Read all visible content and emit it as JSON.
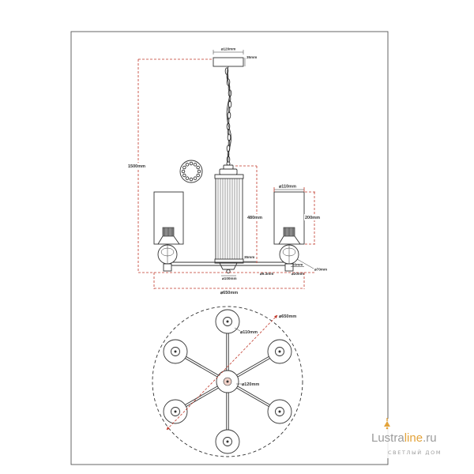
{
  "drawing": {
    "colors": {
      "line": "#333333",
      "dimension": "#c0392b",
      "frame": "#555555",
      "background": "#ffffff"
    },
    "elevation": {
      "canopy_diameter": "⌀120mm",
      "canopy_height": "35mm",
      "total_height": "1500mm",
      "column_height": "480mm",
      "shade_diameter": "⌀110mm",
      "shade_height": "200mm",
      "arm_offset": "35mm",
      "cup_height": "20mm",
      "ball_diameter": "⌀70mm",
      "arm_diameter": "⌀9.3mm",
      "cup_diameter": "⌀20mm",
      "column_diameter": "⌀100mm",
      "span": "⌀650mm"
    },
    "plan": {
      "span": "⌀650mm",
      "shade_diameter": "⌀110mm",
      "center_diameter": "⌀120mm"
    }
  },
  "icons": {
    "crystal_ring": "crystal-ring-icon",
    "logo_mark": "lamp-icon"
  },
  "logo": {
    "part1": "Lustra",
    "part2": "line",
    "part3": ".ru",
    "tagline": "СВЕТЛЫЙ ДОМ",
    "colors": {
      "gray": "#9b9b9b",
      "accent": "#e3a33a"
    }
  }
}
